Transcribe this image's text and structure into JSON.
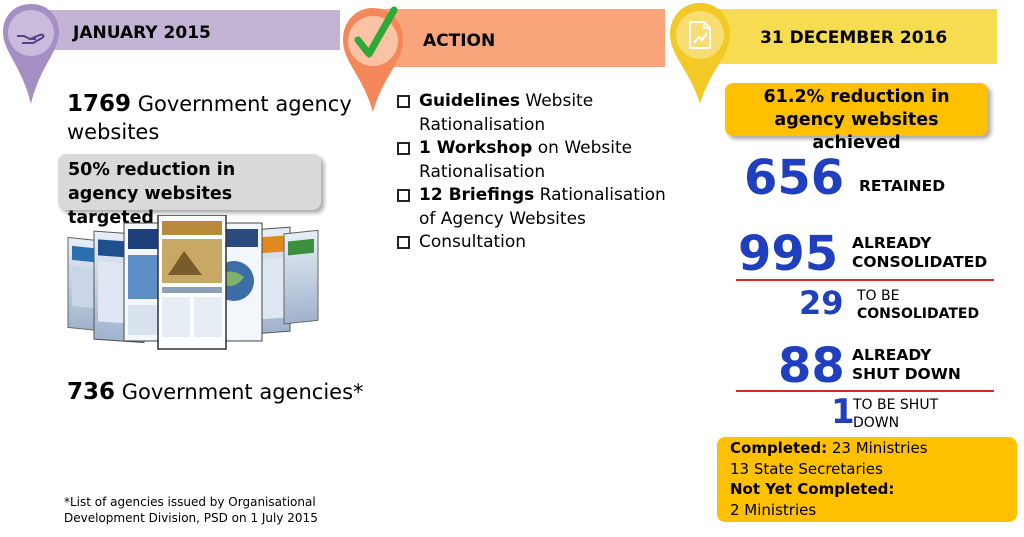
{
  "left": {
    "header": "JANUARY 2015",
    "websites_count": "1769",
    "websites_label": "Government agency websites",
    "target_box": "50% reduction in agency websites targeted",
    "agencies_count": "736",
    "agencies_label": "Government agencies*",
    "footnote": "*List of agencies issued by Organisational Development Division, PSD on 1 July 2015"
  },
  "middle": {
    "header": "ACTION",
    "items": [
      {
        "bold": "Guidelines",
        "text": " Website Rationalisation"
      },
      {
        "bold": "1 Workshop",
        "text": " on Website Rationalisation"
      },
      {
        "bold": "12 Briefings",
        "text": " Rationalisation of Agency Websites"
      },
      {
        "bold": "",
        "text": "Consultation"
      }
    ]
  },
  "right": {
    "header": "31 DECEMBER 2016",
    "achieved_box": "61.2% reduction in agency websites achieved",
    "retained_num": "656",
    "retained_label": "RETAINED",
    "consolidated_num": "995",
    "consolidated_label_1": "ALREADY",
    "consolidated_label_2": "CONSOLIDATED",
    "to_consolidate_num": "29",
    "to_consolidate_label_1": "TO BE",
    "to_consolidate_label_2": "CONSOLIDATED",
    "shutdown_num": "88",
    "shutdown_label_1": "ALREADY",
    "shutdown_label_2": "SHUT DOWN",
    "to_shutdown_num": "1",
    "to_shutdown_label_1": "TO BE SHUT",
    "to_shutdown_label_2": "DOWN",
    "summary": {
      "completed_label": "Completed:",
      "completed_value": " 23 Ministries",
      "line2": "13 State Secretaries",
      "not_completed_label": "Not Yet Completed:",
      "line4": "2 Ministries"
    }
  },
  "colors": {
    "lavender": "#c3b4d6",
    "lavender_pin": "#a58fc2",
    "orange": "#f9a47a",
    "orange_pin": "#f4885a",
    "yellow": "#f6dc4e",
    "yellow_pin": "#f2c925",
    "gold": "#ffc000",
    "blue_number": "#1f3fbf",
    "red_line": "#d9262b",
    "check_green": "#2ea836"
  },
  "icons": [
    "hand-icon",
    "checkmark-icon",
    "document-chart-icon",
    "checkbox-icon"
  ]
}
